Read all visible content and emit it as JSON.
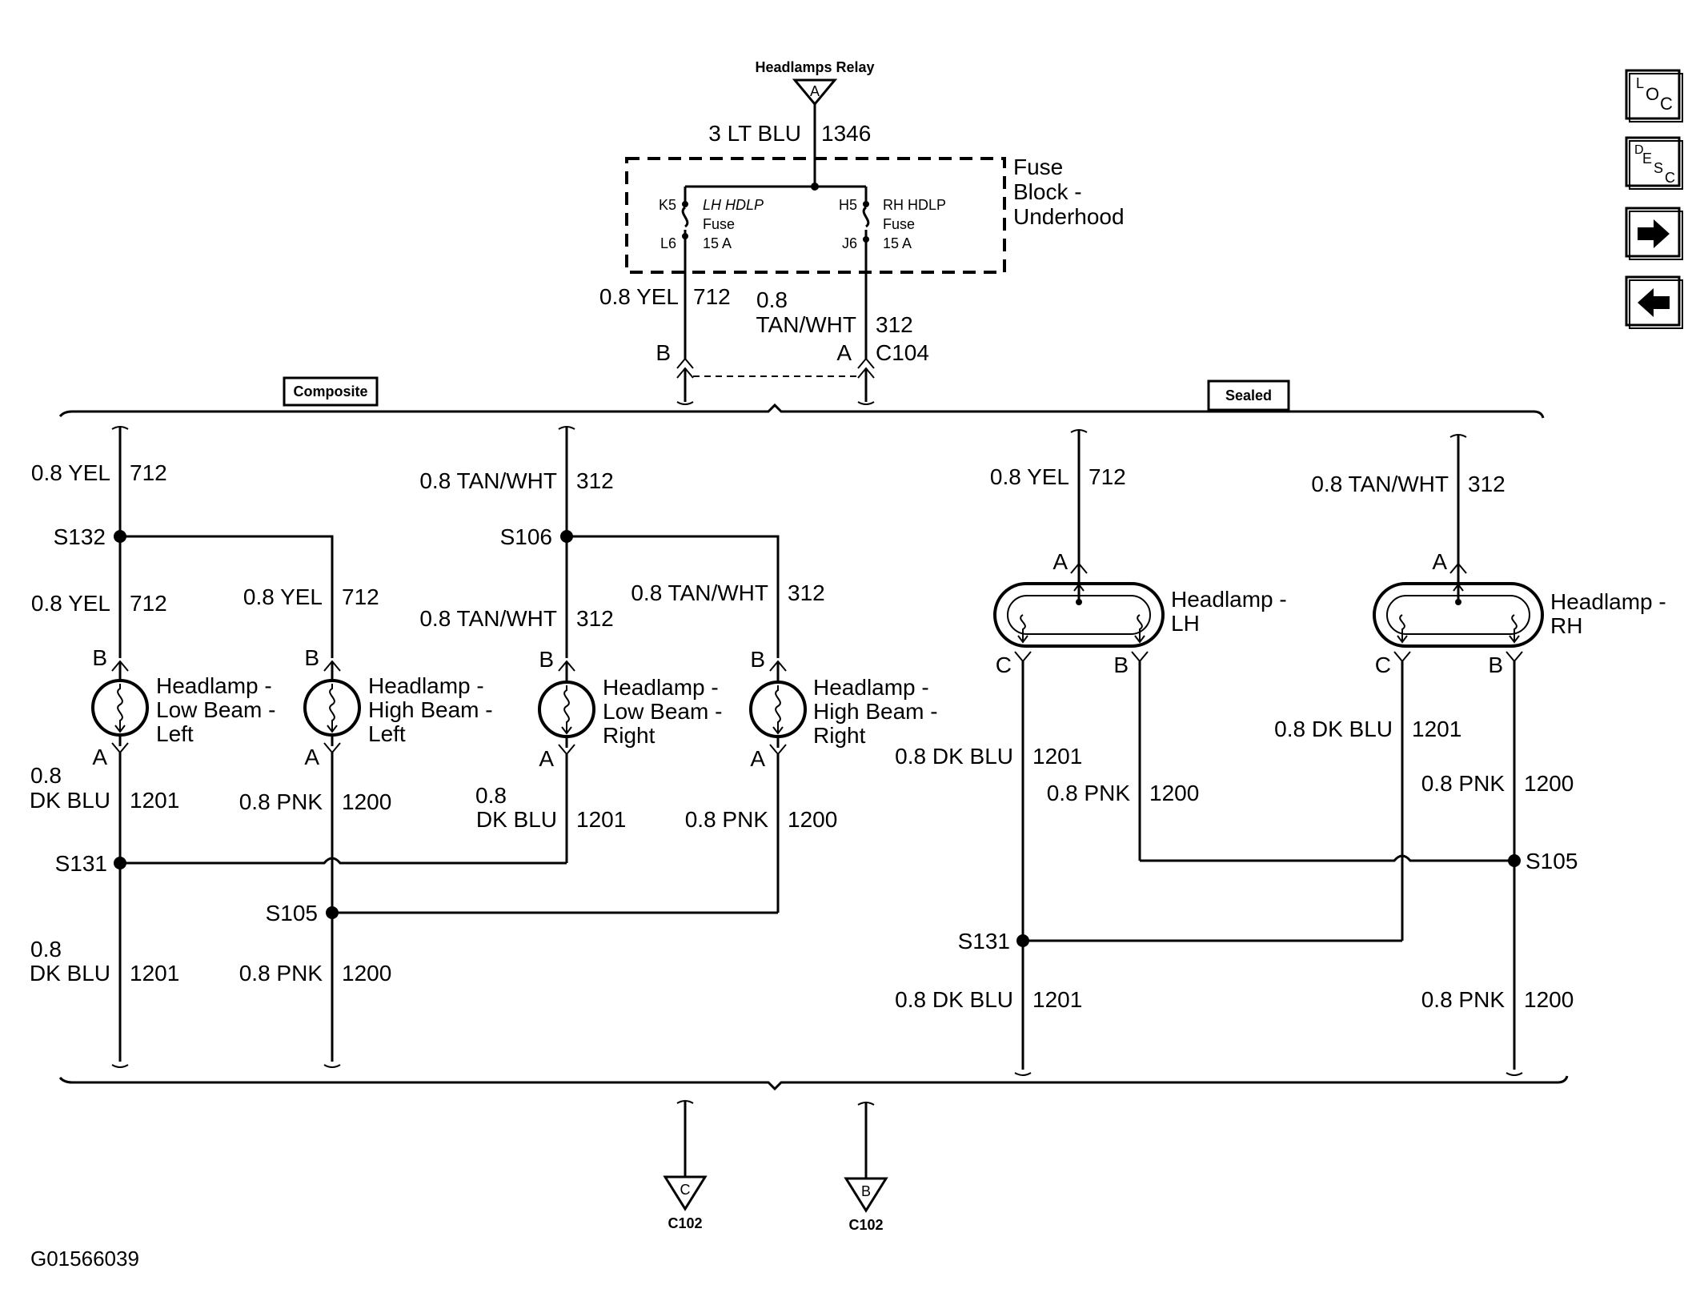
{
  "relay": {
    "label": "Headlamps Relay",
    "pin": "A"
  },
  "feed": {
    "wire": "3 LT BLU",
    "circuit": "1346"
  },
  "fuse_block": {
    "title_1": "Fuse",
    "title_2": "Block -",
    "title_3": "Underhood",
    "lh": {
      "in": "K5",
      "out": "L6",
      "name": "LH HDLP",
      "type": "Fuse",
      "rating": "15 A"
    },
    "rh": {
      "in": "H5",
      "out": "J6",
      "name": "RH HDLP",
      "type": "Fuse",
      "rating": "15 A"
    }
  },
  "fuse_out": {
    "lh_wire": "0.8 YEL",
    "lh_circuit": "712",
    "rh_wire_1": "0.8",
    "rh_wire_2": "TAN/WHT",
    "rh_circuit": "312"
  },
  "c104": {
    "pin_b": "B",
    "pin_a": "A",
    "name": "C104"
  },
  "options": {
    "composite": "Composite",
    "sealed": "Sealed"
  },
  "composite": {
    "top_yel": {
      "wire": "0.8 YEL",
      "circuit": "712"
    },
    "top_tan": {
      "wire": "0.8 TAN/WHT",
      "circuit": "312"
    },
    "s132": "S132",
    "s106": "S106",
    "low_left": {
      "wire": "0.8 YEL",
      "circuit": "712",
      "pin_b": "B",
      "pin_a": "A",
      "name_1": "Headlamp -",
      "name_2": "Low Beam -",
      "name_3": "Left"
    },
    "high_left": {
      "wire": "0.8 YEL",
      "circuit": "712",
      "pin_b": "B",
      "pin_a": "A",
      "name_1": "Headlamp -",
      "name_2": "High Beam -",
      "name_3": "Left"
    },
    "low_right": {
      "wire": "0.8 TAN/WHT",
      "circuit": "312",
      "pin_b": "B",
      "pin_a": "A",
      "name_1": "Headlamp -",
      "name_2": "Low Beam -",
      "name_3": "Right"
    },
    "high_right": {
      "wire": "0.8 TAN/WHT",
      "circuit": "312",
      "pin_b": "B",
      "pin_a": "A",
      "name_1": "Headlamp -",
      "name_2": "High Beam -",
      "name_3": "Right"
    },
    "ll_out": {
      "wire_1": "0.8",
      "wire_2": "DK BLU",
      "circuit": "1201"
    },
    "hl_out": {
      "wire": "0.8 PNK",
      "circuit": "1200"
    },
    "lr_out": {
      "wire_1": "0.8",
      "wire_2": "DK BLU",
      "circuit": "1201"
    },
    "hr_out": {
      "wire": "0.8 PNK",
      "circuit": "1200"
    },
    "s131": "S131",
    "s105": "S105",
    "bot_blu": {
      "wire_1": "0.8",
      "wire_2": "DK BLU",
      "circuit": "1201"
    },
    "bot_pnk": {
      "wire": "0.8 PNK",
      "circuit": "1200"
    }
  },
  "sealed": {
    "top_yel": {
      "wire": "0.8 YEL",
      "circuit": "712"
    },
    "top_tan": {
      "wire": "0.8 TAN/WHT",
      "circuit": "312"
    },
    "lh": {
      "pin_a": "A",
      "pin_c": "C",
      "pin_b": "B",
      "name_1": "Headlamp -",
      "name_2": "LH"
    },
    "rh": {
      "pin_a": "A",
      "pin_c": "C",
      "pin_b": "B",
      "name_1": "Headlamp -",
      "name_2": "RH"
    },
    "lh_c": {
      "wire": "0.8 DK BLU",
      "circuit": "1201"
    },
    "lh_b": {
      "wire": "0.8 PNK",
      "circuit": "1200"
    },
    "rh_c": {
      "wire": "0.8 DK BLU",
      "circuit": "1201"
    },
    "rh_b": {
      "wire": "0.8 PNK",
      "circuit": "1200"
    },
    "s105": "S105",
    "s131": "S131",
    "bot_blu": {
      "wire": "0.8 DK BLU",
      "circuit": "1201"
    },
    "bot_pnk": {
      "wire": "0.8 PNK",
      "circuit": "1200"
    }
  },
  "ground_c": {
    "pin": "C",
    "name": "C102"
  },
  "ground_b": {
    "pin": "B",
    "name": "C102"
  },
  "figure_id": "G01566039",
  "nav": {
    "loc": {
      "a": "L",
      "b": "O",
      "c": "C"
    },
    "desc": {
      "a": "D",
      "b": "E",
      "c": "S",
      "d": "C"
    }
  }
}
